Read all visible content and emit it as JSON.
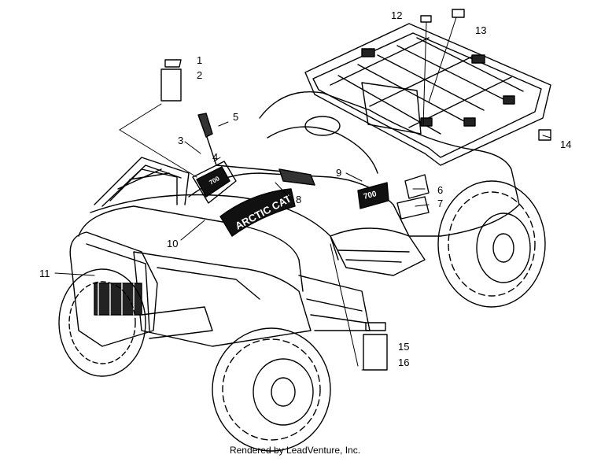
{
  "diagram": {
    "callouts": [
      "1",
      "2",
      "3",
      "4",
      "5",
      "6",
      "7",
      "8",
      "9",
      "10",
      "11",
      "12",
      "13",
      "14",
      "15",
      "16"
    ],
    "decal_text": {
      "hood_logo": "ARCTIC CAT",
      "side_badge": "700",
      "dash_badge": "700"
    }
  },
  "footer": {
    "credit": "Rendered by LeadVenture, Inc."
  }
}
